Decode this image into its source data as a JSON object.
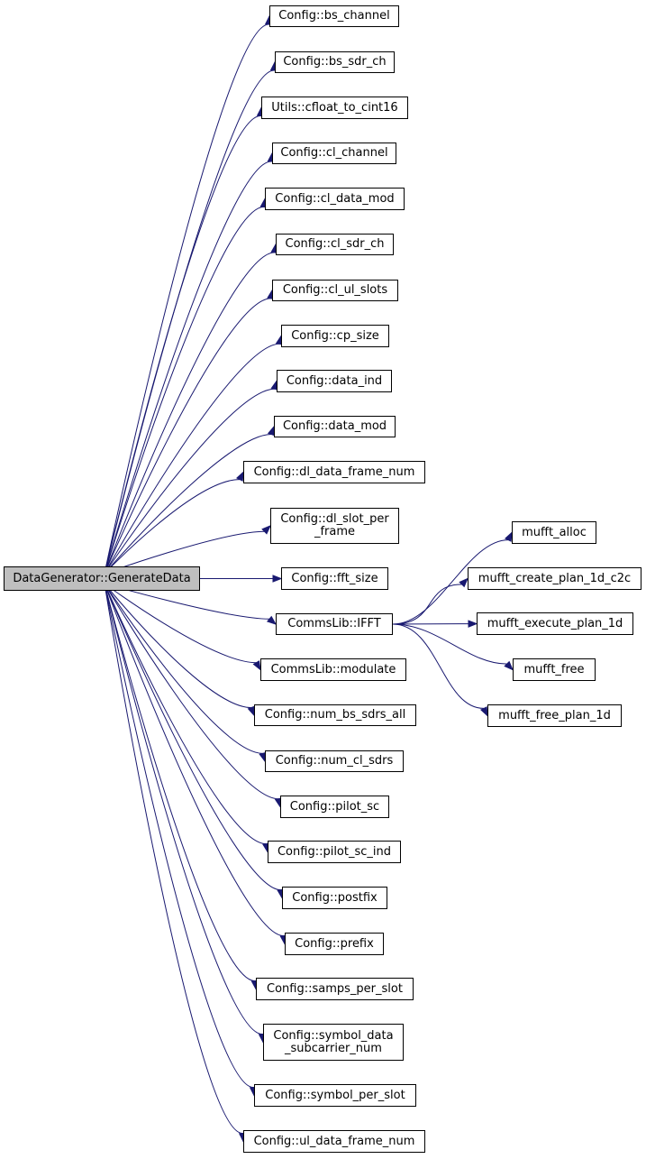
{
  "diagram": {
    "root": "DataGenerator::GenerateData",
    "callees": [
      "Config::bs_channel",
      "Config::bs_sdr_ch",
      "Utils::cfloat_to_cint16",
      "Config::cl_channel",
      "Config::cl_data_mod",
      "Config::cl_sdr_ch",
      "Config::cl_ul_slots",
      "Config::cp_size",
      "Config::data_ind",
      "Config::data_mod",
      "Config::dl_data_frame_num",
      "Config::dl_slot_per\n_frame",
      "Config::fft_size",
      "CommsLib::IFFT",
      "CommsLib::modulate",
      "Config::num_bs_sdrs_all",
      "Config::num_cl_sdrs",
      "Config::pilot_sc",
      "Config::pilot_sc_ind",
      "Config::postfix",
      "Config::prefix",
      "Config::samps_per_slot",
      "Config::symbol_data\n_subcarrier_num",
      "Config::symbol_per_slot",
      "Config::ul_data_frame_num"
    ],
    "ifft_callees": [
      "mufft_alloc",
      "mufft_create_plan_1d_c2c",
      "mufft_execute_plan_1d",
      "mufft_free",
      "mufft_free_plan_1d"
    ],
    "colors": {
      "edge": "#191970",
      "root_fill": "#bfbfbf",
      "node_fill": "#ffffff",
      "node_border": "#000000"
    }
  }
}
